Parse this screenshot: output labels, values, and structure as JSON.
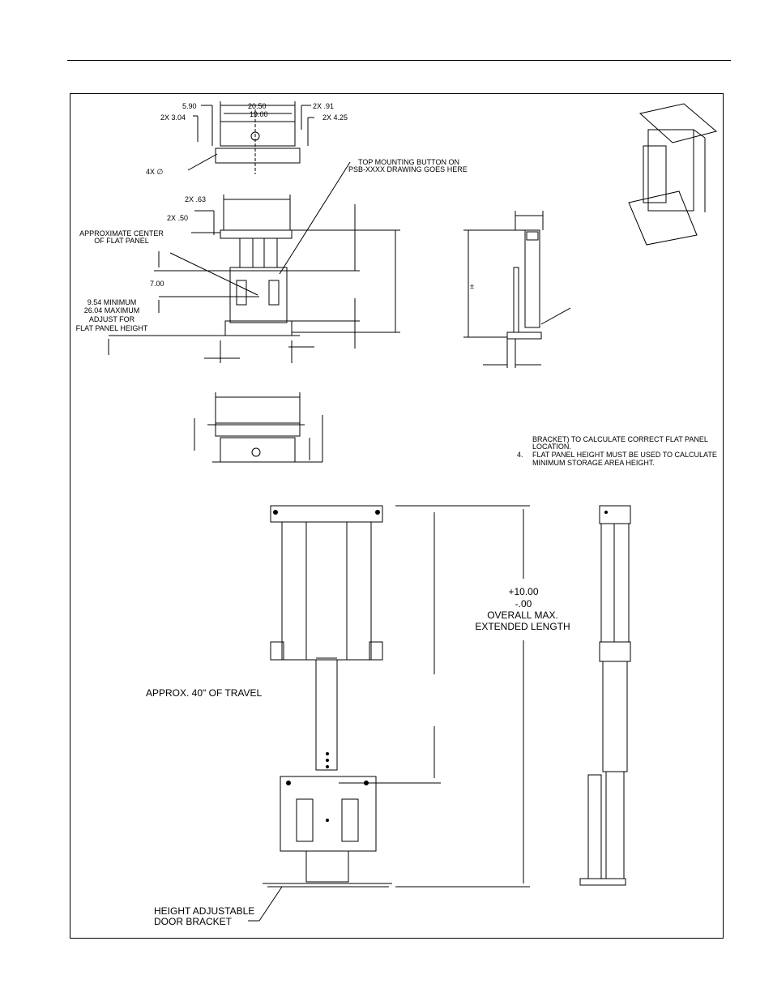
{
  "dims": {
    "d_5_90": "5.90",
    "d_20_50": "20.50",
    "d_19_00": "19.00",
    "d_2x_91": "2X .91",
    "d_2x_3_04": "2X 3.04",
    "d_2x_4_25": "2X 4.25",
    "d_4x_dia": "4X  ∅",
    "d_2x_63": "2X .63",
    "d_2x_50": "2X .50",
    "d_7_00": "7.00",
    "d_pm": "±"
  },
  "notes": {
    "top_mount_1": "TOP MOUNTING BUTTON ON",
    "top_mount_2": "PSB-XXXX DRAWING GOES HERE",
    "center_1": "APPROXIMATE CENTER",
    "center_2": "OF FLAT PANEL",
    "adjust_1": "9.54 MINIMUM",
    "adjust_2": "26.04 MAXIMUM",
    "adjust_3": "ADJUST FOR",
    "adjust_4": "FLAT PANEL HEIGHT",
    "note_1": "BRACKET) TO CALCULATE CORRECT FLAT PANEL",
    "note_2": "LOCATION.",
    "note_num": "4.",
    "note_3": "FLAT PANEL HEIGHT MUST BE USED TO CALCULATE",
    "note_4": "MINIMUM STORAGE AREA HEIGHT."
  },
  "large": {
    "tol_plus": "+10.00",
    "tol_minus": "-.00",
    "overall_1": "OVERALL MAX.",
    "overall_2": "EXTENDED LENGTH",
    "travel": "APPROX. 40\" OF TRAVEL",
    "door_1": "HEIGHT ADJUSTABLE",
    "door_2": "DOOR BRACKET"
  }
}
